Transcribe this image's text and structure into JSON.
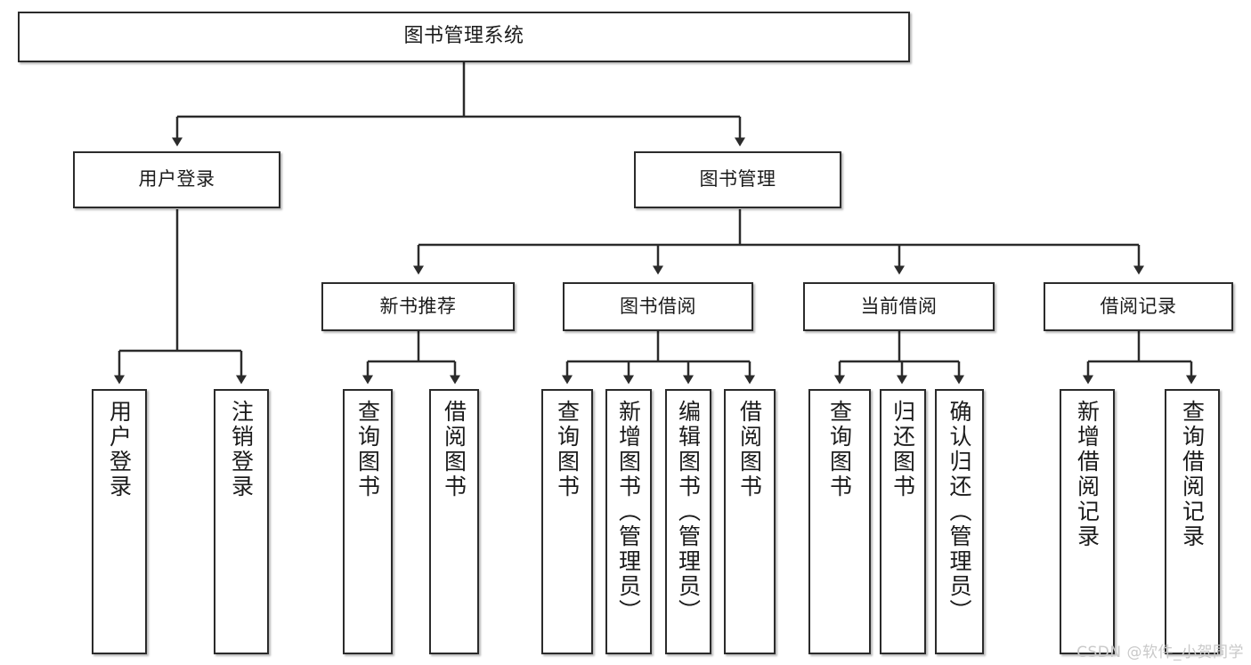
{
  "diagram": {
    "type": "tree-hierarchy",
    "title": "图书管理系统",
    "root": {
      "label": "图书管理系统"
    },
    "level2": [
      {
        "id": "user-login",
        "label": "用户登录"
      },
      {
        "id": "book-manage",
        "label": "图书管理"
      }
    ],
    "level3": [
      {
        "id": "new-book-recommend",
        "label": "新书推荐",
        "parent": "book-manage"
      },
      {
        "id": "book-borrow",
        "label": "图书借阅",
        "parent": "book-manage"
      },
      {
        "id": "current-borrow",
        "label": "当前借阅",
        "parent": "book-manage"
      },
      {
        "id": "borrow-record",
        "label": "借阅记录",
        "parent": "book-manage"
      }
    ],
    "leaves": [
      {
        "id": "leaf-user-login",
        "label": "用户登录",
        "parent": "user-login"
      },
      {
        "id": "leaf-user-logout",
        "label": "注销登录",
        "parent": "user-login"
      },
      {
        "id": "leaf-query-book-1",
        "label": "查询图书",
        "parent": "new-book-recommend"
      },
      {
        "id": "leaf-borrow-book-1",
        "label": "借阅图书",
        "parent": "new-book-recommend"
      },
      {
        "id": "leaf-query-book-2",
        "label": "查询图书",
        "parent": "book-borrow"
      },
      {
        "id": "leaf-add-book",
        "label": "新增图书（管理员）",
        "parent": "book-borrow"
      },
      {
        "id": "leaf-edit-book",
        "label": "编辑图书（管理员）",
        "parent": "book-borrow"
      },
      {
        "id": "leaf-borrow-book-2",
        "label": "借阅图书",
        "parent": "book-borrow"
      },
      {
        "id": "leaf-query-book-3",
        "label": "查询图书",
        "parent": "current-borrow"
      },
      {
        "id": "leaf-return-book",
        "label": "归还图书",
        "parent": "current-borrow"
      },
      {
        "id": "leaf-confirm-return",
        "label": "确认归还（管理员）",
        "parent": "current-borrow"
      },
      {
        "id": "leaf-add-record",
        "label": "新增借阅记录",
        "parent": "borrow-record"
      },
      {
        "id": "leaf-query-record",
        "label": "查询借阅记录",
        "parent": "borrow-record"
      }
    ],
    "colors": {
      "stroke": "#2b2b2b",
      "fill": "#ffffff",
      "text": "#1b1b1b",
      "watermark": "#c9c9c9"
    }
  },
  "watermark": {
    "text": "CSDN @软件_小贺同学"
  }
}
